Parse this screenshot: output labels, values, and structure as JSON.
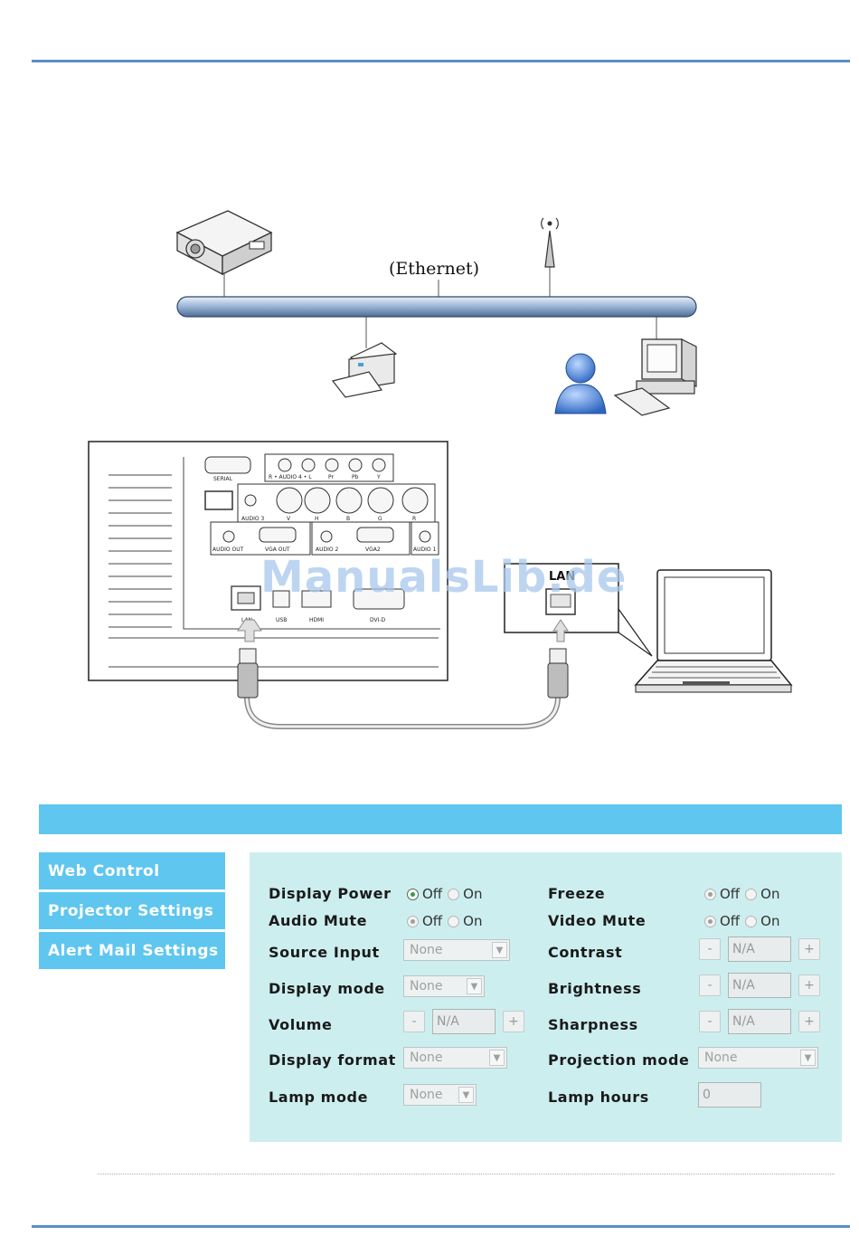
{
  "diagram_network": {
    "label": "(Ethernet)"
  },
  "diagram_connection": {
    "port_labels": {
      "serial": "SERIAL",
      "audio4": "R • AUDIO 4 • L",
      "pr": "Pr",
      "pb": "Pb",
      "y": "Y",
      "audio3": "AUDIO 3",
      "v": "V",
      "h": "H",
      "b": "B",
      "g": "G",
      "r": "R",
      "audio_out": "AUDIO OUT",
      "vga_out": "VGA OUT",
      "audio2": "AUDIO 2",
      "vga2": "VGA2",
      "audio1": "AUDIO 1",
      "lan": "LAN",
      "usb": "USB",
      "hdmi": "HDMI",
      "dvi": "DVI-D",
      "lan_zoom": "LAN"
    }
  },
  "watermark": "ManualsLib.de",
  "menu": {
    "items": [
      {
        "label": "Web Control"
      },
      {
        "label": "Projector Settings"
      },
      {
        "label": "Alert Mail Settings"
      }
    ]
  },
  "controls": {
    "display_power": {
      "label": "Display Power",
      "off": "Off",
      "on": "On",
      "selected": "Off"
    },
    "audio_mute": {
      "label": "Audio Mute",
      "off": "Off",
      "on": "On",
      "selected": "Off"
    },
    "source_input": {
      "label": "Source Input",
      "value": "None"
    },
    "display_mode": {
      "label": "Display mode",
      "value": "None"
    },
    "volume": {
      "label": "Volume",
      "minus": "-",
      "value": "N/A",
      "plus": "+"
    },
    "display_format": {
      "label": "Display format",
      "value": "None"
    },
    "lamp_mode": {
      "label": "Lamp mode",
      "value": "None"
    },
    "freeze": {
      "label": "Freeze",
      "off": "Off",
      "on": "On",
      "selected": "Off"
    },
    "video_mute": {
      "label": "Video Mute",
      "off": "Off",
      "on": "On",
      "selected": "Off"
    },
    "contrast": {
      "label": "Contrast",
      "minus": "-",
      "value": "N/A",
      "plus": "+"
    },
    "brightness": {
      "label": "Brightness",
      "minus": "-",
      "value": "N/A",
      "plus": "+"
    },
    "sharpness": {
      "label": "Sharpness",
      "minus": "-",
      "value": "N/A",
      "plus": "+"
    },
    "projection_mode": {
      "label": "Projection mode",
      "value": "None"
    },
    "lamp_hours": {
      "label": "Lamp hours",
      "value": "0"
    }
  }
}
